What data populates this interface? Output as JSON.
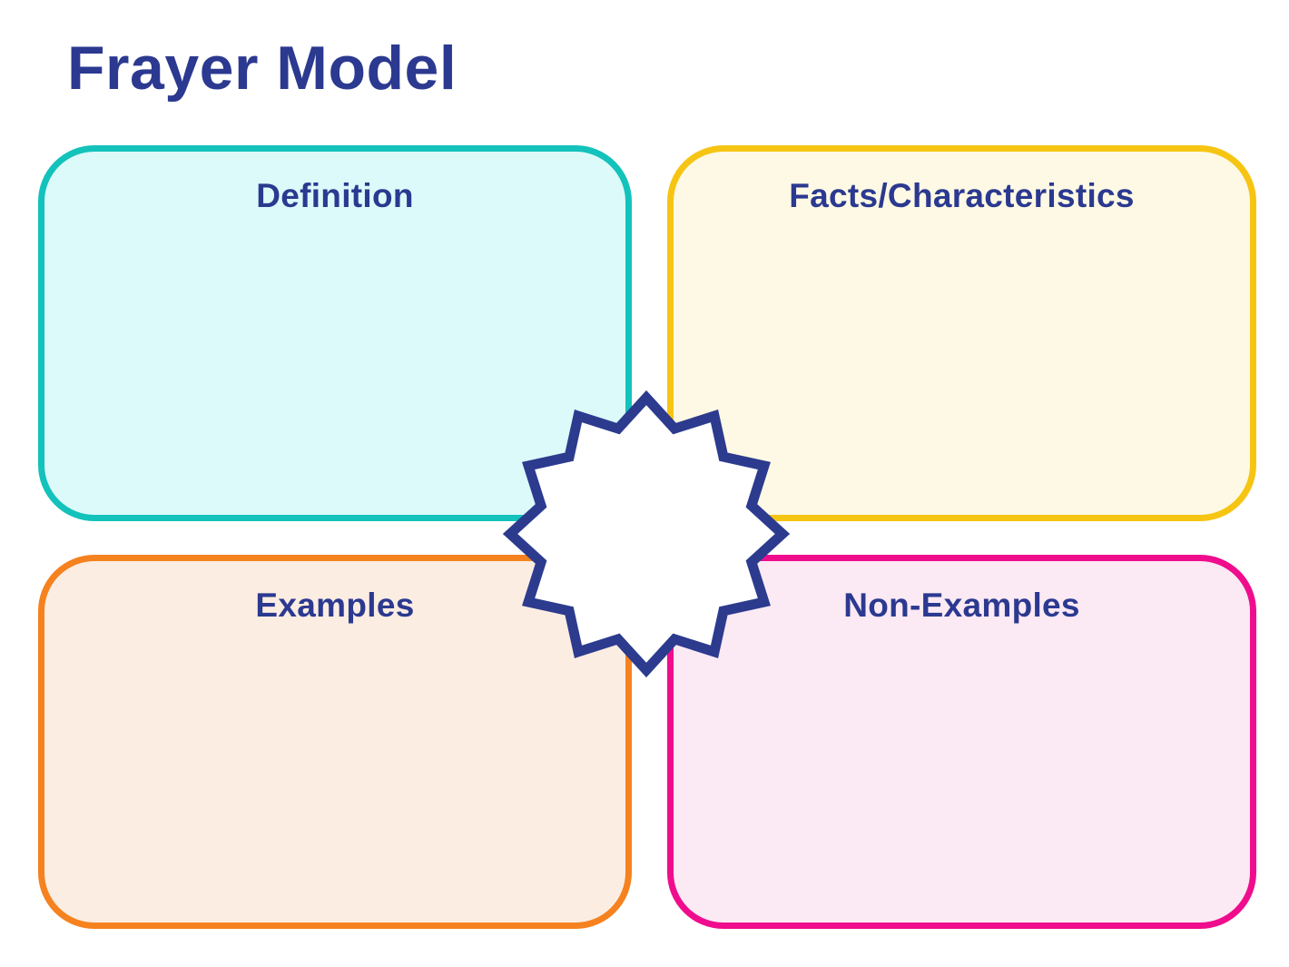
{
  "page": {
    "title": "Frayer Model",
    "background_color": "#FFFFFF",
    "title_color": "#2B3990",
    "label_color": "#2B3990"
  },
  "quadrants": [
    {
      "id": "definition",
      "label": "Definition",
      "border_color": "#13C2BB",
      "fill_color": "#DCFAF9"
    },
    {
      "id": "facts",
      "label": "Facts/Characteristics",
      "border_color": "#F6C513",
      "fill_color": "#FEF9E4"
    },
    {
      "id": "examples",
      "label": "Examples",
      "border_color": "#F5821F",
      "fill_color": "#FCEDE2"
    },
    {
      "id": "non_examples",
      "label": "Non-Examples",
      "border_color": "#EF0D8D",
      "fill_color": "#FBE9F4"
    }
  ],
  "center_badge": {
    "icon": "starburst-icon",
    "points": 12,
    "border_color": "#2C3B8E",
    "fill_color": "#FFFFFF",
    "text": ""
  }
}
